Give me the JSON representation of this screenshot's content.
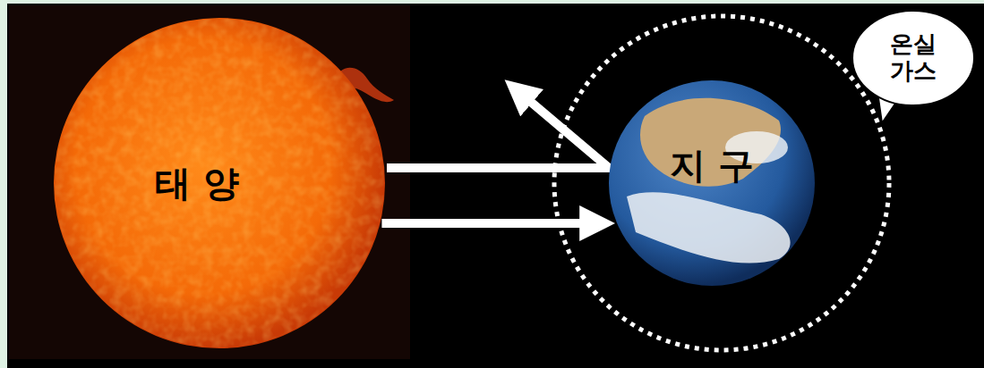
{
  "diagram": {
    "nodes": [
      {
        "text": [
          "태 양"
        ]
      },
      {
        "text": [
          "지 구"
        ]
      },
      {
        "text": [
          "온실 가스"
        ]
      }
    ],
    "edges": [
      {
        "from": 0,
        "to": 1,
        "arrow": "to"
      }
    ]
  }
}
